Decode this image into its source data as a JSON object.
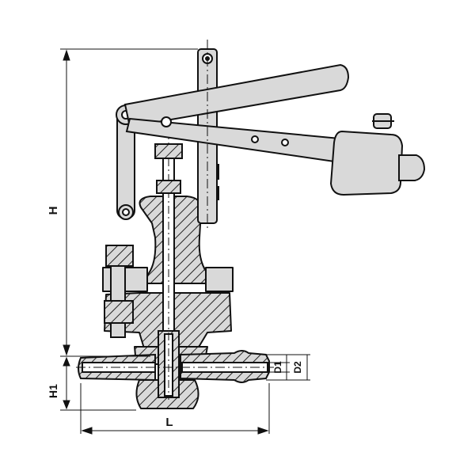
{
  "drawing": {
    "dimensions": {
      "H": "H",
      "H1": "H1",
      "L": "L",
      "D1": "D1",
      "D2": "D2"
    },
    "colors": {
      "line": "#111111",
      "fill": "#d9d9d9",
      "hatch": "#222222",
      "background": "#ffffff"
    }
  }
}
